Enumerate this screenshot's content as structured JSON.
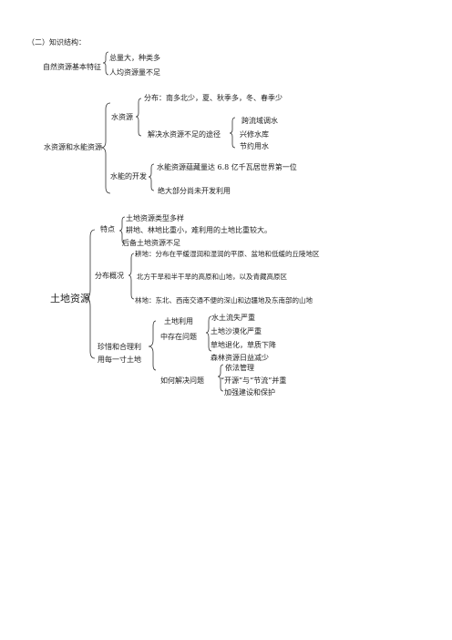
{
  "heading": "（二）知识结构：",
  "natural": {
    "label": "自然资源基本特征",
    "items": [
      "总量大，种类多",
      "人均资源量不足"
    ]
  },
  "water": {
    "label": "水资源和水能资源",
    "resource": {
      "label": "水资源",
      "distribution": "分布：南多北少，夏、秋季多，冬、春季少",
      "solution_label": "解决水资源不足的途径",
      "solutions": [
        "跨流域调水",
        "兴修水库",
        "节约用水"
      ]
    },
    "hydro": {
      "label": "水能的开发",
      "items": [
        "水能资源蕴藏量达 6.8 亿千瓦居世界第一位",
        "绝大部分尚未开发利用"
      ]
    }
  },
  "land": {
    "label": "土地资源",
    "features": {
      "label": "特点",
      "items": [
        "土地资源类型多样",
        "耕地、林地比重小，难利用的土地比重较大。",
        "后备土地资源不足"
      ]
    },
    "distribution": {
      "label": "分布概况",
      "items": [
        "耕地：分布在平缓湿润和湿润的平原、盆地和低缓的丘陵地区",
        "北方干旱和半干旱的高原和山地，以及青藏高原区",
        "林地：东北、西南交通不便的深山和边疆地及东南部的山地"
      ]
    },
    "protect": {
      "label_line1": "珍惜和合理利",
      "label_line2": "用每一寸土地",
      "use_label": "土地利用",
      "problems_label": "中存在问题",
      "problems": [
        "水土流失严重",
        "土地沙漠化严重",
        "草地退化，草质下降",
        "森林资源日益减少"
      ],
      "solve_label": "如何解决问题",
      "solutions": [
        "依法管理",
        "“开源”与“节流”并重",
        "加强建设和保护"
      ]
    }
  }
}
